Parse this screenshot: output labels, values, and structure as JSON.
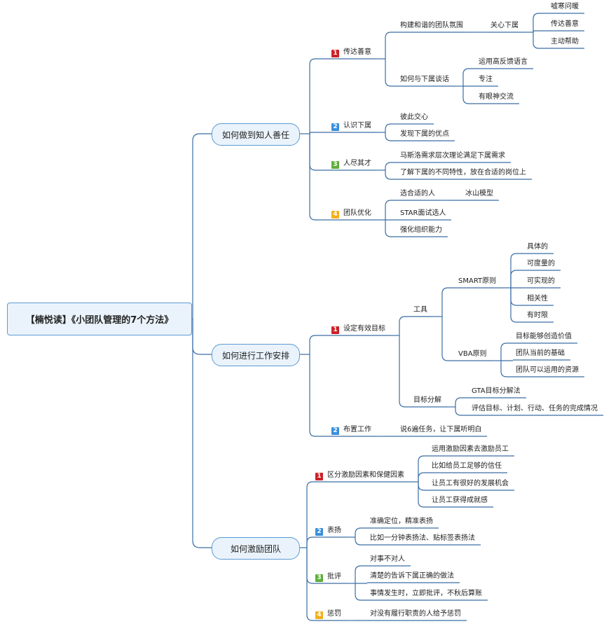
{
  "badge_colors": {
    "1": "#cc2127",
    "2": "#3a8fd9",
    "3": "#5eae3a",
    "4": "#f2b01e"
  },
  "line_color": "#3a6ea5",
  "root": {
    "text": "【楠悦读】《小团队管理的7个方法》"
  },
  "branches": [
    {
      "text": "如何做到知人善任",
      "children": [
        {
          "num": "1",
          "text": "传达善意",
          "children": [
            {
              "text": "构建和谐的团队氛围",
              "children": [
                {
                  "text": "关心下属",
                  "children": [
                    {
                      "text": "嘘寒问暖"
                    },
                    {
                      "text": "传达善意"
                    },
                    {
                      "text": "主动帮助"
                    }
                  ]
                }
              ]
            },
            {
              "text": "如何与下属谈话",
              "children": [
                {
                  "text": "运用高反馈语言"
                },
                {
                  "text": "专注"
                },
                {
                  "text": "有眼神交流"
                }
              ]
            }
          ]
        },
        {
          "num": "2",
          "text": "认识下属",
          "children": [
            {
              "text": "彼此交心"
            },
            {
              "text": "发现下属的优点"
            }
          ]
        },
        {
          "num": "3",
          "text": "人尽其才",
          "children": [
            {
              "text": "马斯洛需求层次理论满足下属需求"
            },
            {
              "text": "了解下属的不同特性，放在合适的岗位上"
            }
          ]
        },
        {
          "num": "4",
          "text": "团队优化",
          "children": [
            {
              "text": "选合适的人",
              "children": [
                {
                  "text": "冰山模型"
                }
              ]
            },
            {
              "text": "STAR面试选人"
            },
            {
              "text": "强化组织能力"
            }
          ]
        }
      ]
    },
    {
      "text": "如何进行工作安排",
      "children": [
        {
          "num": "1",
          "text": "设定有效目标",
          "children": [
            {
              "text": "工具",
              "children": [
                {
                  "text": "SMART原则",
                  "children": [
                    {
                      "text": "具体的"
                    },
                    {
                      "text": "可度量的"
                    },
                    {
                      "text": "可实现的"
                    },
                    {
                      "text": "相关性"
                    },
                    {
                      "text": "有时限"
                    }
                  ]
                },
                {
                  "text": "VBA原则",
                  "children": [
                    {
                      "text": "目标能够创造价值"
                    },
                    {
                      "text": "团队当前的基础"
                    },
                    {
                      "text": "团队可以运用的资源"
                    }
                  ]
                }
              ]
            },
            {
              "text": "目标分解",
              "children": [
                {
                  "text": "GTA目标分解法"
                },
                {
                  "text": "评估目标、计划、行动、任务的完成情况"
                }
              ]
            }
          ]
        },
        {
          "num": "2",
          "text": "布置工作",
          "children": [
            {
              "text": "说6遍任务，让下属听明白"
            }
          ]
        }
      ]
    },
    {
      "text": "如何激励团队",
      "children": [
        {
          "num": "1",
          "text": "区分激励因素和保健因素",
          "children": [
            {
              "text": "运用激励因素去激励员工"
            },
            {
              "text": "比如给员工足够的信任"
            },
            {
              "text": "让员工有很好的发展机会"
            },
            {
              "text": "让员工获得成就感"
            }
          ]
        },
        {
          "num": "2",
          "text": "表扬",
          "children": [
            {
              "text": "准确定位，精准表扬"
            },
            {
              "text": "比如一分钟表扬法、贴标签表扬法"
            }
          ]
        },
        {
          "num": "3",
          "text": "批评",
          "children": [
            {
              "text": "对事不对人"
            },
            {
              "text": "清楚的告诉下属正确的做法"
            },
            {
              "text": "事情发生时，立即批评，不秋后算账"
            }
          ]
        },
        {
          "num": "4",
          "text": "惩罚",
          "children": [
            {
              "text": "对没有履行职责的人给予惩罚"
            }
          ]
        }
      ]
    }
  ]
}
